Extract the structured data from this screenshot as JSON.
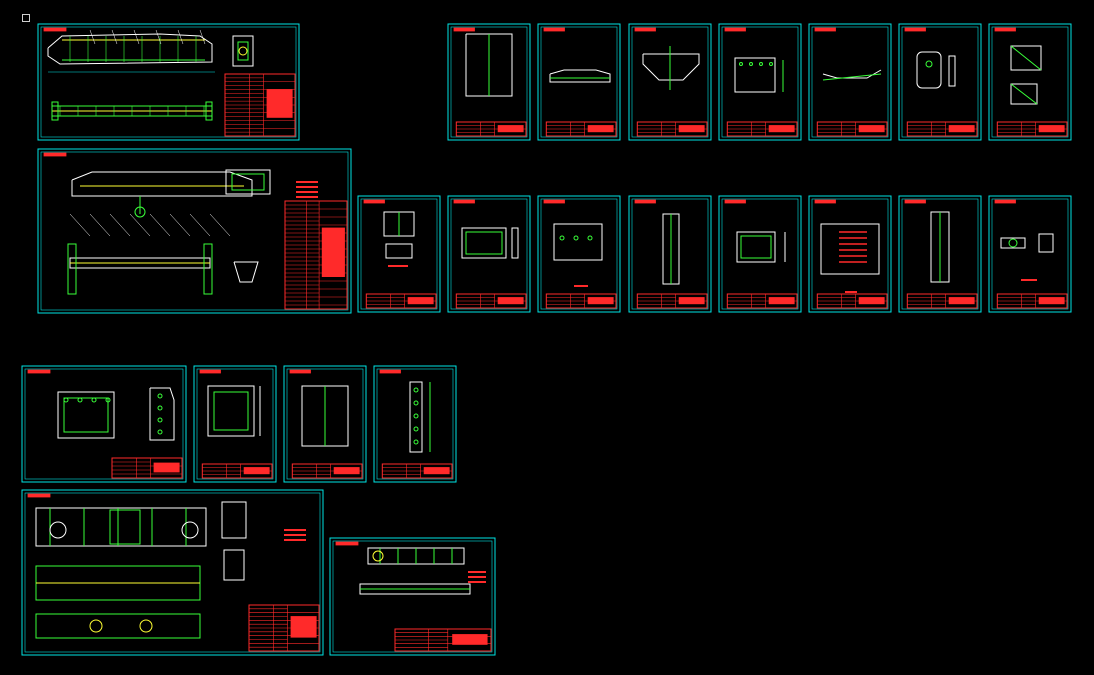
{
  "app": {
    "title": ""
  },
  "colors": {
    "background": "#000000",
    "frame": "#00e5e5",
    "title_block": "#ff2a2a",
    "geometry_primary": "#39ff39",
    "geometry_secondary": "#ffffff",
    "geometry_tertiary": "#ffff33",
    "dimension": "#00e5e5",
    "accent": "#ff00ff"
  },
  "sheets": [
    {
      "kind": "assembly-a",
      "interactive": true
    },
    {
      "kind": "part-trapezoid",
      "interactive": true
    },
    {
      "kind": "part-beam",
      "interactive": true
    },
    {
      "kind": "part-funnel",
      "interactive": true
    },
    {
      "kind": "part-plate-holes",
      "interactive": true
    },
    {
      "kind": "part-angle-bend",
      "interactive": true
    },
    {
      "kind": "part-rounded-plate",
      "interactive": true
    },
    {
      "kind": "part-square-sub",
      "interactive": true
    },
    {
      "kind": "assembly-b",
      "interactive": true
    },
    {
      "kind": "part-i-section",
      "interactive": true
    },
    {
      "kind": "part-rect-frame",
      "interactive": true
    },
    {
      "kind": "part-rect-dims",
      "interactive": true
    },
    {
      "kind": "part-tall-bar",
      "interactive": true
    },
    {
      "kind": "part-square-frame",
      "interactive": true
    },
    {
      "kind": "part-table-panel",
      "interactive": true
    },
    {
      "kind": "part-tall-bar-2",
      "interactive": true
    },
    {
      "kind": "part-bolt-detail",
      "interactive": true
    },
    {
      "kind": "part-wide-frame",
      "interactive": true
    },
    {
      "kind": "part-square-frame-2",
      "interactive": true
    },
    {
      "kind": "part-plain-panel",
      "interactive": true
    },
    {
      "kind": "part-side-bar",
      "interactive": true
    },
    {
      "kind": "assembly-c",
      "interactive": true
    },
    {
      "kind": "assembly-d",
      "interactive": true
    }
  ]
}
